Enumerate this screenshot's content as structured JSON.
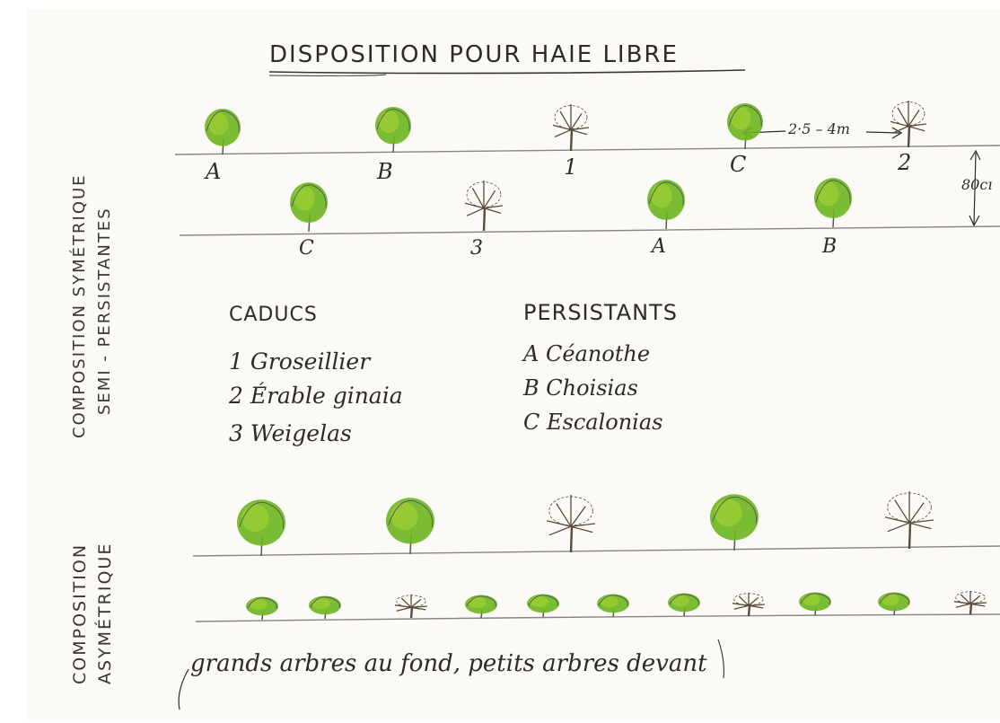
{
  "title": "DISPOSITION POUR HAIE LIBRE",
  "colors": {
    "paper": "#fbfaf6",
    "evergreen": "#6bb51e",
    "evergreen_light": "#9acd32",
    "deciduous": "#5a4a3a",
    "pencil": "#555555",
    "ink": "#2e2a25"
  },
  "sections": {
    "symmetric": {
      "label_line1": "COMPOSITION SYMÉTRIQUE",
      "label_line2": "SEMI - PERSISTANTES",
      "row1": [
        {
          "label": "A",
          "kind": "evergreen"
        },
        {
          "label": "B",
          "kind": "evergreen"
        },
        {
          "label": "1",
          "kind": "deciduous"
        },
        {
          "label": "C",
          "kind": "evergreen"
        },
        {
          "label": "2",
          "kind": "deciduous"
        }
      ],
      "row2": [
        {
          "label": "C",
          "kind": "evergreen"
        },
        {
          "label": "3",
          "kind": "deciduous"
        },
        {
          "label": "A",
          "kind": "evergreen"
        },
        {
          "label": "B",
          "kind": "evergreen"
        }
      ],
      "spacing_label": "2·5 – 4m",
      "row_gap_label": "80cı"
    },
    "asymmetric": {
      "label_line1": "COMPOSITION",
      "label_line2": "ASYMÉTRIQUE",
      "back_row": [
        "evergreen",
        "evergreen",
        "deciduous",
        "evergreen",
        "deciduous"
      ],
      "front_row": [
        "evergreen",
        "evergreen",
        "deciduous",
        "evergreen",
        "evergreen",
        "evergreen",
        "evergreen",
        "deciduous",
        "evergreen",
        "evergreen",
        "deciduous"
      ],
      "caption": "grands arbres au fond, petits arbres devant"
    }
  },
  "legend": {
    "caducs": {
      "heading": "CADUCS",
      "items": [
        "1 Groseillier",
        "2 Érable ginaia",
        "3 Weigelas"
      ]
    },
    "persistants": {
      "heading": "PERSISTANTS",
      "items": [
        "A Céanothe",
        "B Choisias",
        "C Escalonias"
      ]
    }
  }
}
